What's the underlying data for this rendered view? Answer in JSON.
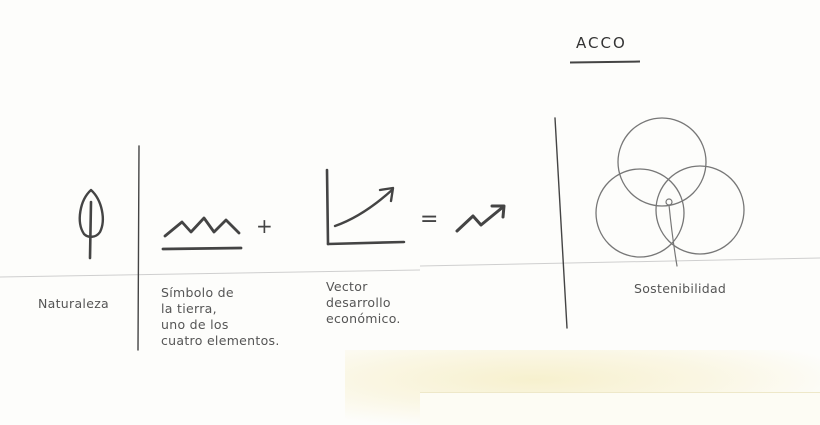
{
  "title": "ACCO",
  "labels": {
    "naturaleza": "Naturaleza",
    "simbolo": "Símbolo de\nla tierra,\nuno de los\ncuatro elementos.",
    "vector": "Vector\ndesarrollo\neconómico.",
    "sostenibilidad": "Sostenibilidad"
  },
  "operators": {
    "plus": "+",
    "equals": "="
  },
  "icons": [
    "leaf-icon",
    "mountain-icon",
    "growth-chart-icon",
    "trend-arrow-icon",
    "three-circles-icon"
  ]
}
